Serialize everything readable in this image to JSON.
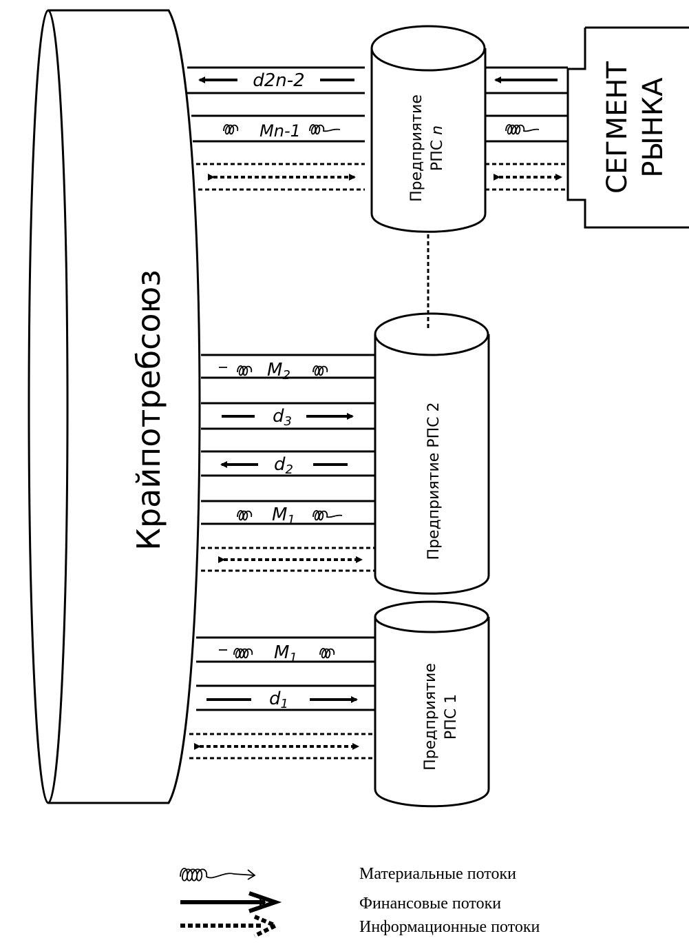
{
  "diagram": {
    "union_label": "Крайпотребсоюз",
    "market_label_line1": "СЕГМЕНТ",
    "market_label_line2": "РЫНКА",
    "enterprise_n": {
      "line1": "Предприятие",
      "line2": "РПС ",
      "suffix": "n"
    },
    "enterprise_2": {
      "label": "Предприятие РПС 2"
    },
    "enterprise_1": {
      "line1": "Предприятие",
      "line2": "РПС 1"
    },
    "flows": {
      "d2n2": "d2n-2",
      "mn1": "Mn-1",
      "m2_letter": "M",
      "m2_sub": "2",
      "d3_letter": "d",
      "d3_sub": "3",
      "d2_letter": "d",
      "d2_sub": "2",
      "m1_letter": "M",
      "m1_sub": "1",
      "m1b_letter": "M",
      "m1b_sub": "1",
      "d1_letter": "d",
      "d1_sub": "1"
    }
  },
  "legend": {
    "material": "Материальные потоки",
    "financial": "Финансовые потоки",
    "information": "Информационные потоки"
  }
}
